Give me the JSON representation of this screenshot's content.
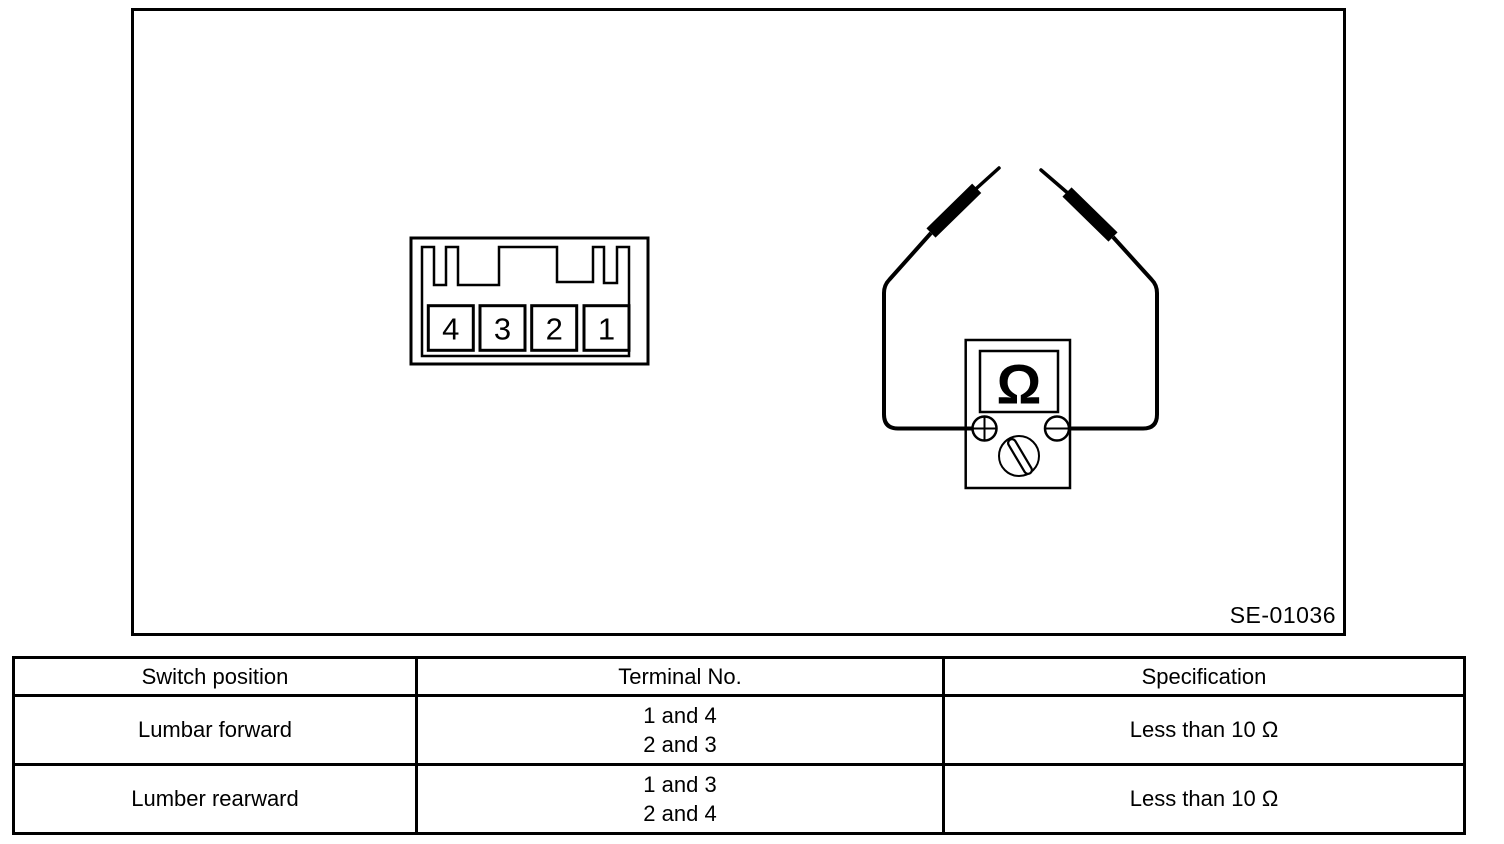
{
  "figure": {
    "code": "SE-01036",
    "connector": {
      "terminals": [
        "4",
        "3",
        "2",
        "1"
      ]
    },
    "ohmmeter": {
      "display_symbol": "Ω",
      "positive_symbol": "+",
      "negative_symbol": "−"
    }
  },
  "table": {
    "headers": [
      "Switch position",
      "Terminal No.",
      "Specification"
    ],
    "rows": [
      {
        "switch_position": "Lumbar forward",
        "terminal_line1": "1 and 4",
        "terminal_line2": "2 and 3",
        "specification": "Less than 10 Ω"
      },
      {
        "switch_position": "Lumber rearward",
        "terminal_line1": "1 and 3",
        "terminal_line2": "2 and 4",
        "specification": "Less than 10 Ω"
      }
    ]
  },
  "colors": {
    "ink": "#000000",
    "background": "#ffffff"
  }
}
